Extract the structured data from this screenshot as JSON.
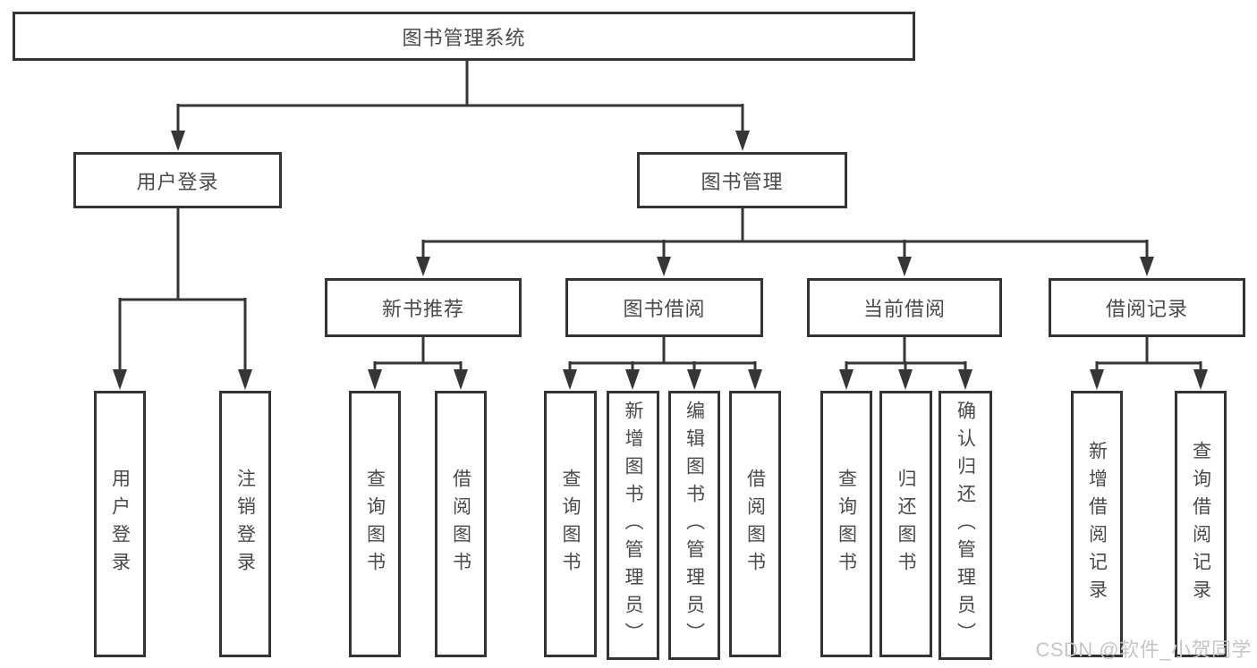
{
  "tree": {
    "label": "图书管理系统",
    "children": [
      {
        "label": "用户登录",
        "children": [
          {
            "label": "用户登录"
          },
          {
            "label": "注销登录"
          }
        ]
      },
      {
        "label": "图书管理",
        "children": [
          {
            "label": "新书推荐",
            "children": [
              {
                "label": "查询图书"
              },
              {
                "label": "借阅图书"
              }
            ]
          },
          {
            "label": "图书借阅",
            "children": [
              {
                "label": "查询图书"
              },
              {
                "label": "新增图书（管理员）"
              },
              {
                "label": "编辑图书（管理员）"
              },
              {
                "label": "借阅图书"
              }
            ]
          },
          {
            "label": "当前借阅",
            "children": [
              {
                "label": "查询图书"
              },
              {
                "label": "归还图书"
              },
              {
                "label": "确认归还（管理员）"
              }
            ]
          },
          {
            "label": "借阅记录",
            "children": [
              {
                "label": "新增借阅记录"
              },
              {
                "label": "查询借阅记录"
              }
            ]
          }
        ]
      }
    ]
  },
  "watermark": {
    "text": "CSDN @软件_小贺同学"
  },
  "colors": {
    "background": "#ffffff",
    "box_border": "#343434",
    "connector_line": "#363636",
    "text": "#4a4a4a",
    "watermark_text": "#c6c6c6"
  }
}
